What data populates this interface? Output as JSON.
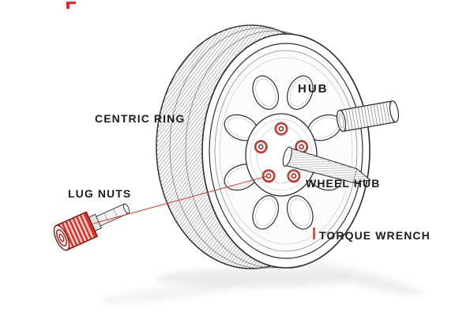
{
  "diagram": {
    "title_hint": "wheel assembly exploded diagram",
    "labels": {
      "hub": "HUB",
      "centric_ring": "CENTRIC RING",
      "lug_nuts": "LUG NUTS",
      "wheel_hub": "WHEEL HUB",
      "torque_wrench": "TORQUE WRENCH"
    },
    "colors": {
      "accent_red": "#d93025",
      "accent_red_dark": "#a50e0e",
      "line_dark": "#2b2b2b",
      "text": "#1d1d1d",
      "shadow": "#e2e2e2"
    }
  }
}
